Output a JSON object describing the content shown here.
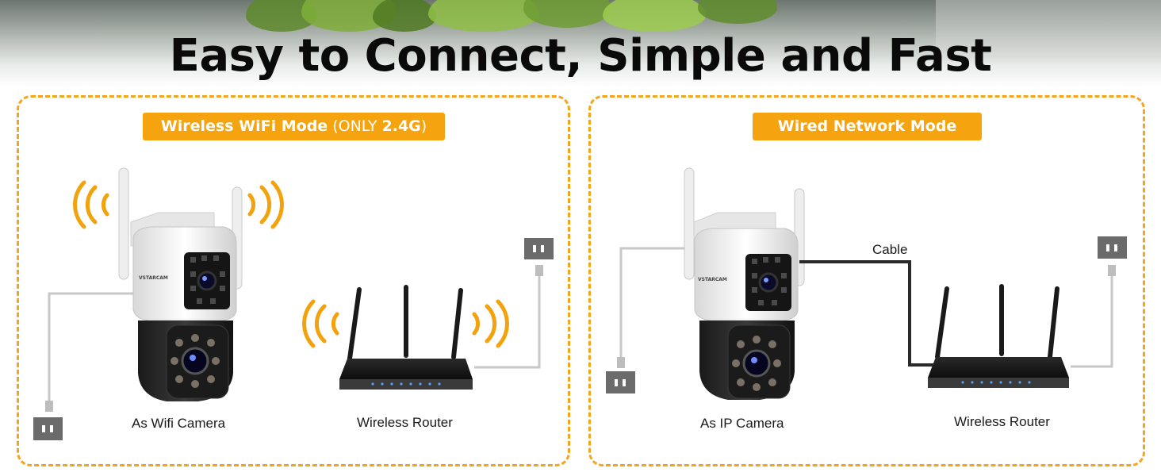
{
  "title": "Easy to Connect, Simple and Fast",
  "panels": {
    "wifi": {
      "badge_main": "Wireless WiFi Mode",
      "badge_paren_open": " (ONLY ",
      "badge_bold": "2.4G",
      "badge_paren_close": ")",
      "camera_caption": "As Wifi Camera",
      "router_caption": "Wireless Router"
    },
    "wired": {
      "badge": "Wired Network Mode",
      "camera_caption": "As IP Camera",
      "router_caption": "Wireless Router",
      "cable_label": "Cable"
    }
  },
  "camera_brand": "VSTARCAM",
  "colors": {
    "accent": "#f4a51c",
    "badge": "#f5a30f",
    "signal": "#f2a20c",
    "outlet": "#6b6b6b"
  }
}
